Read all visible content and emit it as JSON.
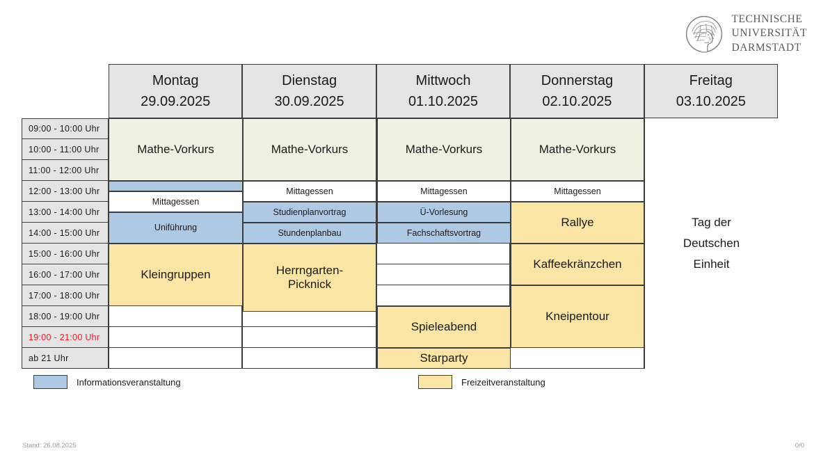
{
  "brand": {
    "logo_icon": "tu-darmstadt-athena-head-icon",
    "line1": "Technische",
    "line2": "Universität",
    "line3": "Darmstadt"
  },
  "schedule": {
    "corner_label": "",
    "days": [
      {
        "name": "Montag",
        "date": "29.09.2025"
      },
      {
        "name": "Dienstag",
        "date": "30.09.2025"
      },
      {
        "name": "Mittwoch",
        "date": "01.10.2025"
      },
      {
        "name": "Donnerstag",
        "date": "02.10.2025"
      },
      {
        "name": "Freitag",
        "date": "03.10.2025"
      }
    ],
    "times": [
      {
        "label": "09:00  -  10:00  Uhr",
        "highlight": false
      },
      {
        "label": "10:00  -  11:00  Uhr",
        "highlight": false
      },
      {
        "label": "11:00  -  12:00  Uhr",
        "highlight": false
      },
      {
        "label": "12:00  -  13:00  Uhr",
        "highlight": false
      },
      {
        "label": "13:00  -  14:00  Uhr",
        "highlight": false
      },
      {
        "label": "14:00  -  15:00  Uhr",
        "highlight": false
      },
      {
        "label": "15:00  -  16:00  Uhr",
        "highlight": false
      },
      {
        "label": "16:00  -  17:00  Uhr",
        "highlight": false
      },
      {
        "label": "17:00  -  18:00  Uhr",
        "highlight": false
      },
      {
        "label": "18:00  -  19:00  Uhr",
        "highlight": false
      },
      {
        "label": "19:00  -  21:00  Uhr",
        "highlight": true
      },
      {
        "label": "ab  21  Uhr",
        "highlight": false
      }
    ],
    "events": {
      "mon_vorkurs": "Mathe-Vorkurs",
      "mon_blue": "",
      "mon_mittagessen": "Mittagessen",
      "mon_unifuehrung": "Uniführung",
      "mon_kleingruppen": "Kleingruppen",
      "tue_vorkurs": "Mathe-Vorkurs",
      "tue_mittagessen": "Mittagessen",
      "tue_studienplan": "Studienplanvortrag",
      "tue_stundenplan": "Stundenplanbau",
      "tue_picknick": "Herrngarten-\nPicknick",
      "wed_vorkurs": "Mathe-Vorkurs",
      "wed_mittagessen": "Mittagessen",
      "wed_uevorlesung": "Ü-Vorlesung",
      "wed_fachschaft": "Fachschaftsvortrag",
      "wed_spieleabend": "Spieleabend",
      "wed_starparty": "Starparty",
      "thu_vorkurs": "Mathe-Vorkurs",
      "thu_mittagessen": "Mittagessen",
      "thu_rallye": "Rallye",
      "thu_kaffee": "Kaffeekränzchen",
      "thu_kneipentour": "Kneipentour",
      "fri_feiertag": "Tag der\nDeutschen\nEinheit"
    }
  },
  "legend": {
    "info_label": "Informationsveranstaltung",
    "fun_label": "Freizeitveranstaltung",
    "colors": {
      "info": "#aec9e3",
      "fun": "#fbe5a5",
      "lecture": "#eff1e2",
      "header": "#e4e4e4",
      "highlight_time": "#ee1c25",
      "border": "#3c3c3c"
    }
  },
  "footer": {
    "left": "Stand: 26.08.2025",
    "right": "0/0"
  }
}
